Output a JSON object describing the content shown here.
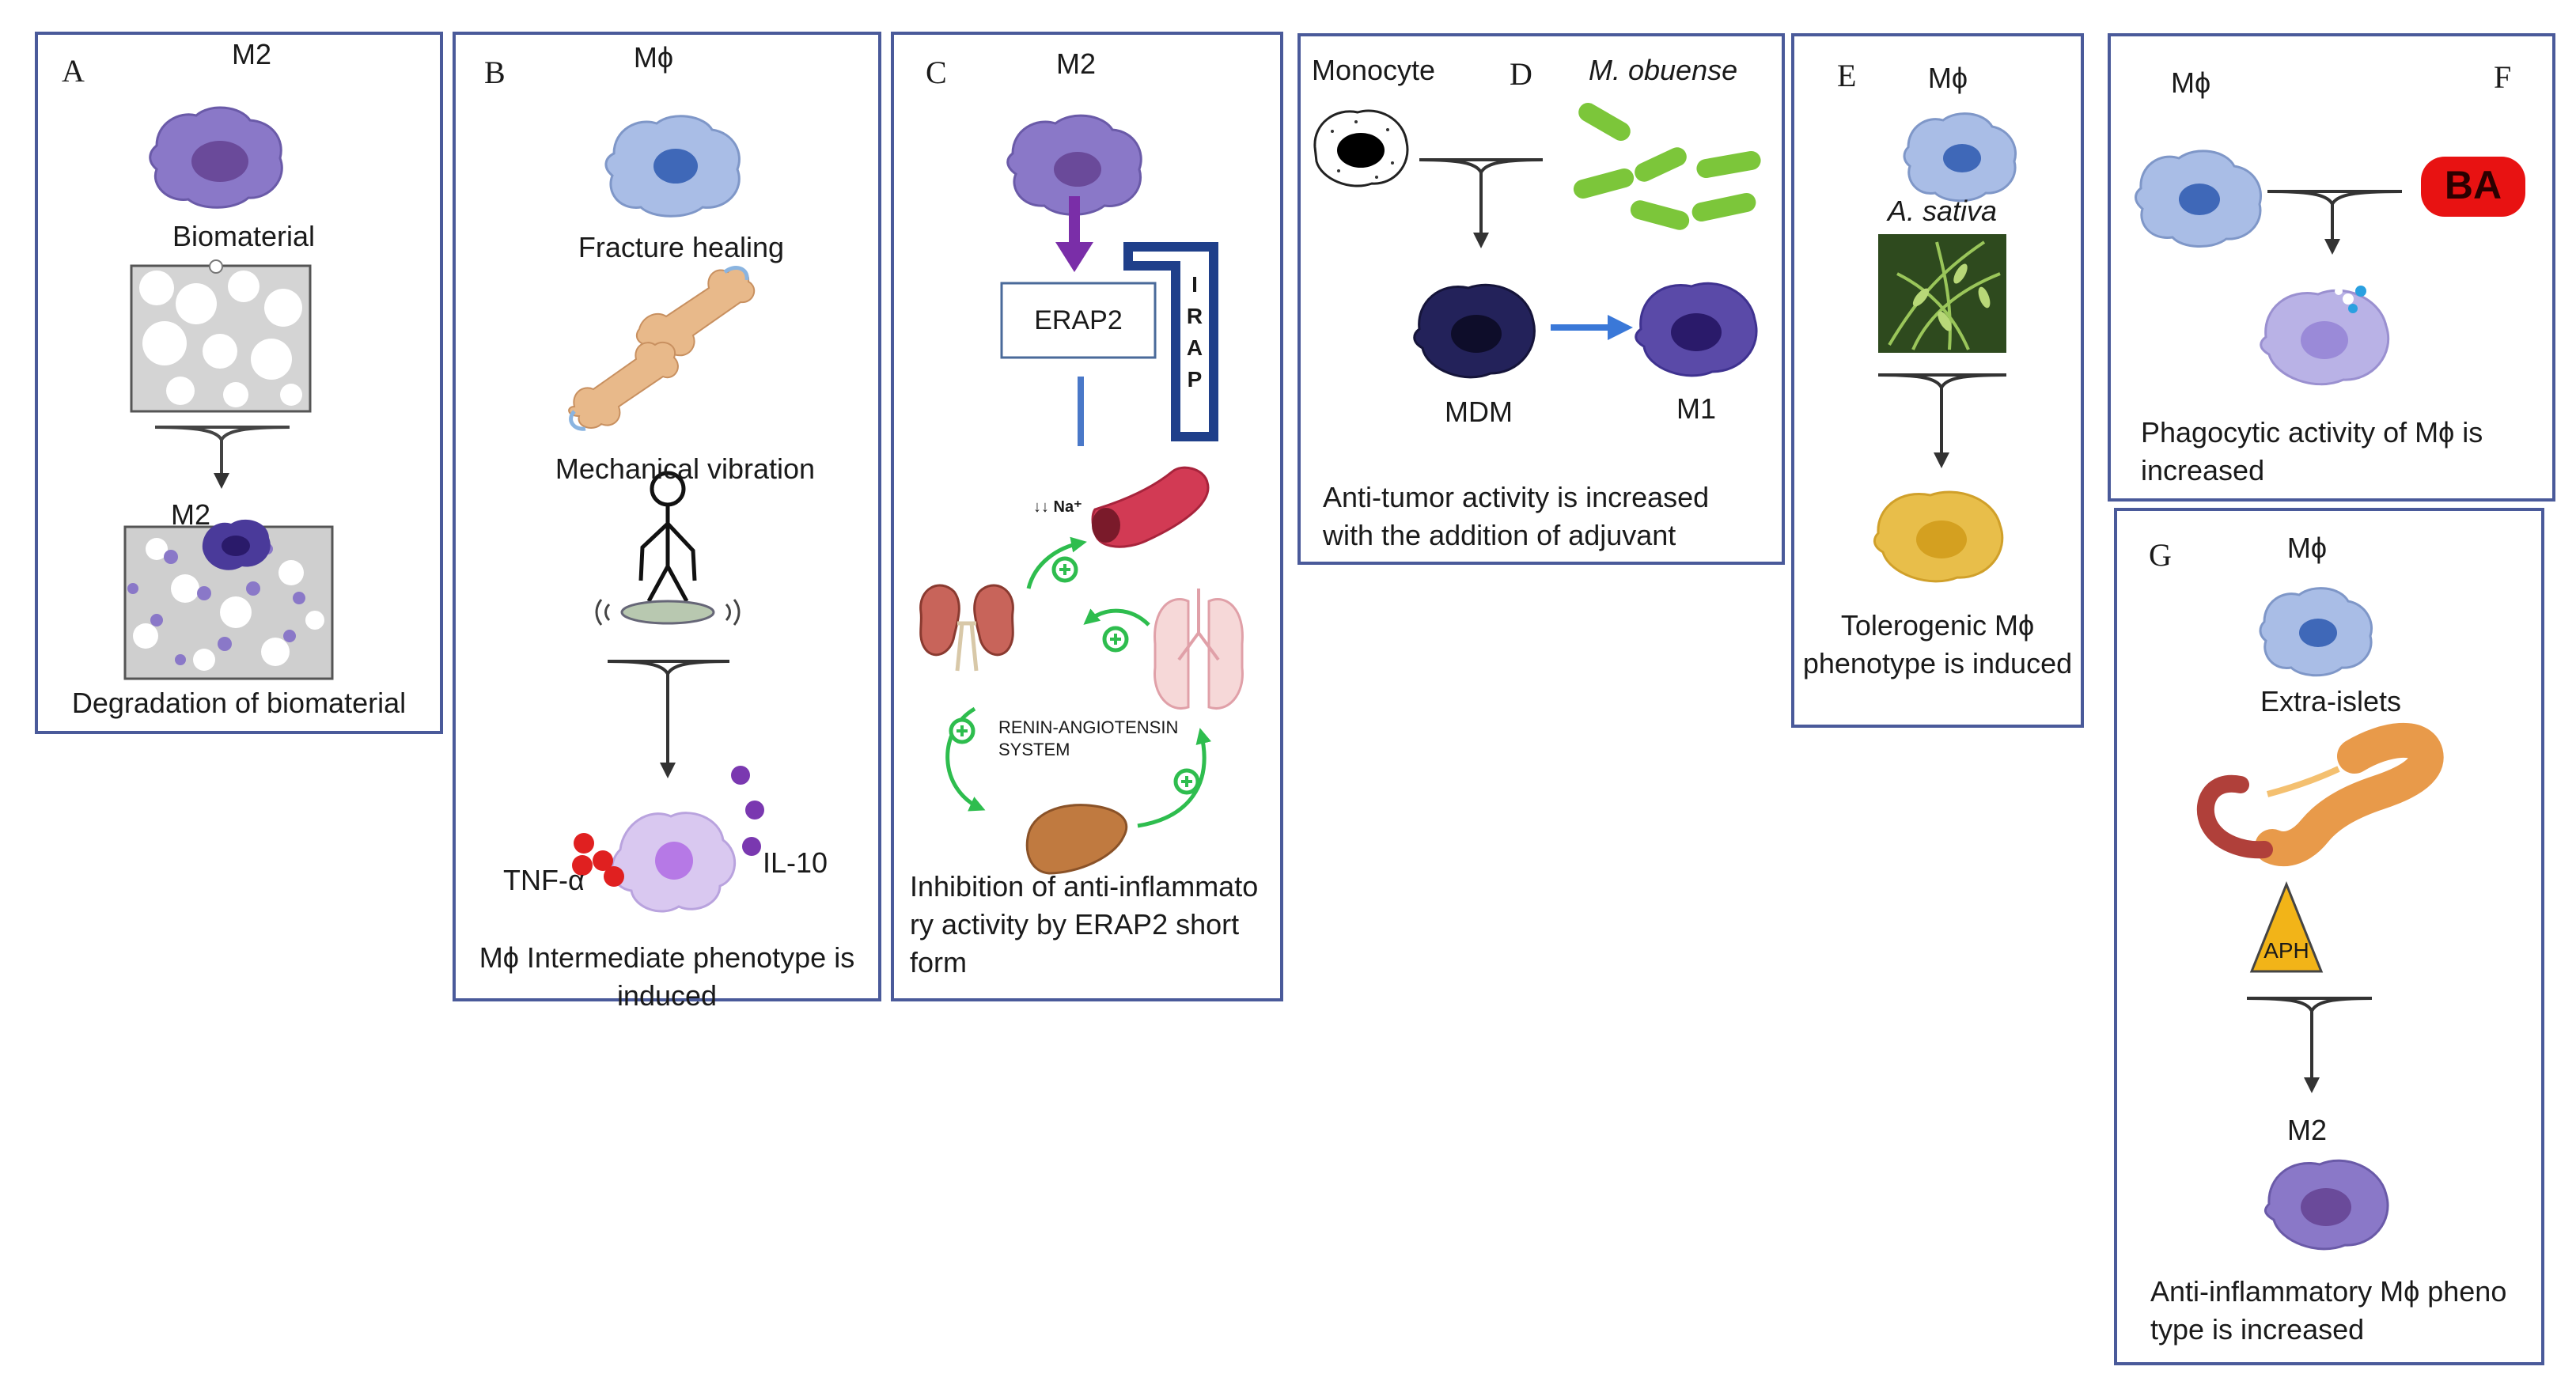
{
  "colors": {
    "panel_border": "#4a5a9a",
    "m2_cell": "#8a78c8",
    "m1_cell": "#5a4aa8",
    "macrophage_cell": "#a9bde6",
    "mdm_cell": "#23225a",
    "tolerogenic_cell": "#e8be4a",
    "intermediate_cell": "#d9c8f0",
    "arrow_purple": "#7a2ea8",
    "arrow_blue": "#3a78d8",
    "green_cycle": "#2ebd4e",
    "cytokine_red": "#e02020",
    "cytokine_purple": "#7a38b0",
    "ba_badge": "#e81212",
    "aph_triangle": "#f2b418",
    "bacteria": "#7cc63a"
  },
  "panels": {
    "a": {
      "letter": "A",
      "top_cell_label": "M2",
      "biomaterial_label": "Biomaterial",
      "bottom_cell_label": "M2",
      "caption": "Degradation of biomaterial",
      "icons": [
        "m2-macrophage-icon",
        "porous-scaffold-icon",
        "degraded-scaffold-icon"
      ]
    },
    "b": {
      "letter": "B",
      "cell_label": "Mϕ",
      "fracture_label": "Fracture healing",
      "vibration_label": "Mechanical vibration",
      "tnf_label": "TNF-α",
      "il10_label": "IL-10",
      "caption_line1": "Mϕ Intermediate phenotype is",
      "caption_line2": "induced",
      "icons": [
        "macrophage-icon",
        "fractured-bone-icon",
        "vibration-platform-icon",
        "intermediate-macrophage-icon"
      ]
    },
    "c": {
      "letter": "C",
      "cell_label": "M2",
      "erap2_label": "ERAP2",
      "irap_letters": [
        "I",
        "R",
        "A",
        "P"
      ],
      "sodium_label": "↓↓ Na⁺",
      "ras_line1": "RENIN-ANGIOTENSIN",
      "ras_line2": "SYSTEM",
      "caption_line1": "Inhibition of anti-inflammato",
      "caption_line2": "ry activity by ERAP2 short",
      "caption_line3": "form",
      "icons": [
        "m2-macrophage-icon",
        "blood-vessel-icon",
        "kidney-icon",
        "lung-icon",
        "liver-icon"
      ]
    },
    "d": {
      "letter": "D",
      "monocyte_label": "Monocyte",
      "bacteria_label": "M. obuense",
      "mdm_label": "MDM",
      "m1_label": "M1",
      "caption_line1": "Anti-tumor activity is increased",
      "caption_line2": "with the addition of adjuvant",
      "icons": [
        "monocyte-icon",
        "bacteria-icon",
        "mdm-cell-icon",
        "m1-macrophage-icon"
      ]
    },
    "e": {
      "letter": "E",
      "cell_label": "Mϕ",
      "plant_label": "A. sativa",
      "caption_line1": "Tolerogenic Mϕ",
      "caption_line2": "phenotype  is induced",
      "icons": [
        "macrophage-icon",
        "oat-plant-icon",
        "tolerogenic-macrophage-icon"
      ]
    },
    "f": {
      "letter": "F",
      "cell_label": "Mϕ",
      "ba_label": "BA",
      "caption_line1": "Phagocytic activity of Mϕ is",
      "caption_line2": "increased",
      "icons": [
        "macrophage-icon",
        "phagocytic-macrophage-icon"
      ]
    },
    "g": {
      "letter": "G",
      "cell_label": "Mϕ",
      "islets_label": "Extra-islets",
      "aph_label": "APH",
      "m2_label": "M2",
      "caption_line1": "Anti-inflammatory Mϕ pheno",
      "caption_line2": "type is increased",
      "icons": [
        "macrophage-icon",
        "pancreas-icon",
        "m2-macrophage-icon"
      ]
    }
  }
}
